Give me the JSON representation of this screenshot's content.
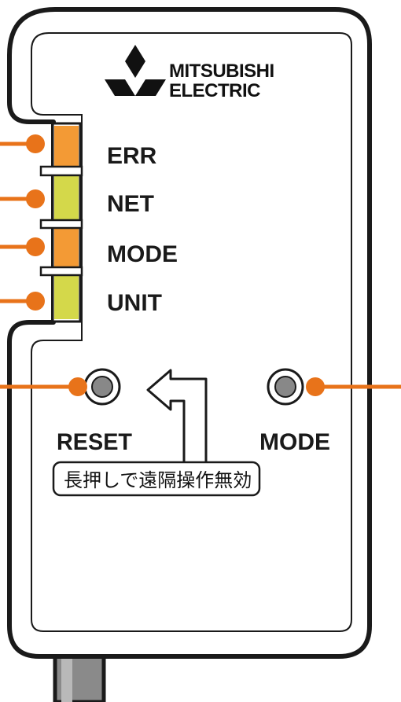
{
  "brand": {
    "line1": "MITSUBISHI",
    "line2": "ELECTRIC",
    "logo_icon": "three-diamonds-icon"
  },
  "leds": [
    {
      "label": "ERR",
      "color": "#f39a35"
    },
    {
      "label": "NET",
      "color": "#d4d84a"
    },
    {
      "label": "MODE",
      "color": "#f39a35"
    },
    {
      "label": "UNIT",
      "color": "#d4d84a"
    }
  ],
  "buttons": {
    "reset_label": "RESET",
    "mode_label": "MODE"
  },
  "note": {
    "text": "長押しで遠隔操作無効"
  },
  "colors": {
    "pointer": "#e8731a",
    "outline": "#1a1a1a",
    "button_face": "#888888"
  }
}
